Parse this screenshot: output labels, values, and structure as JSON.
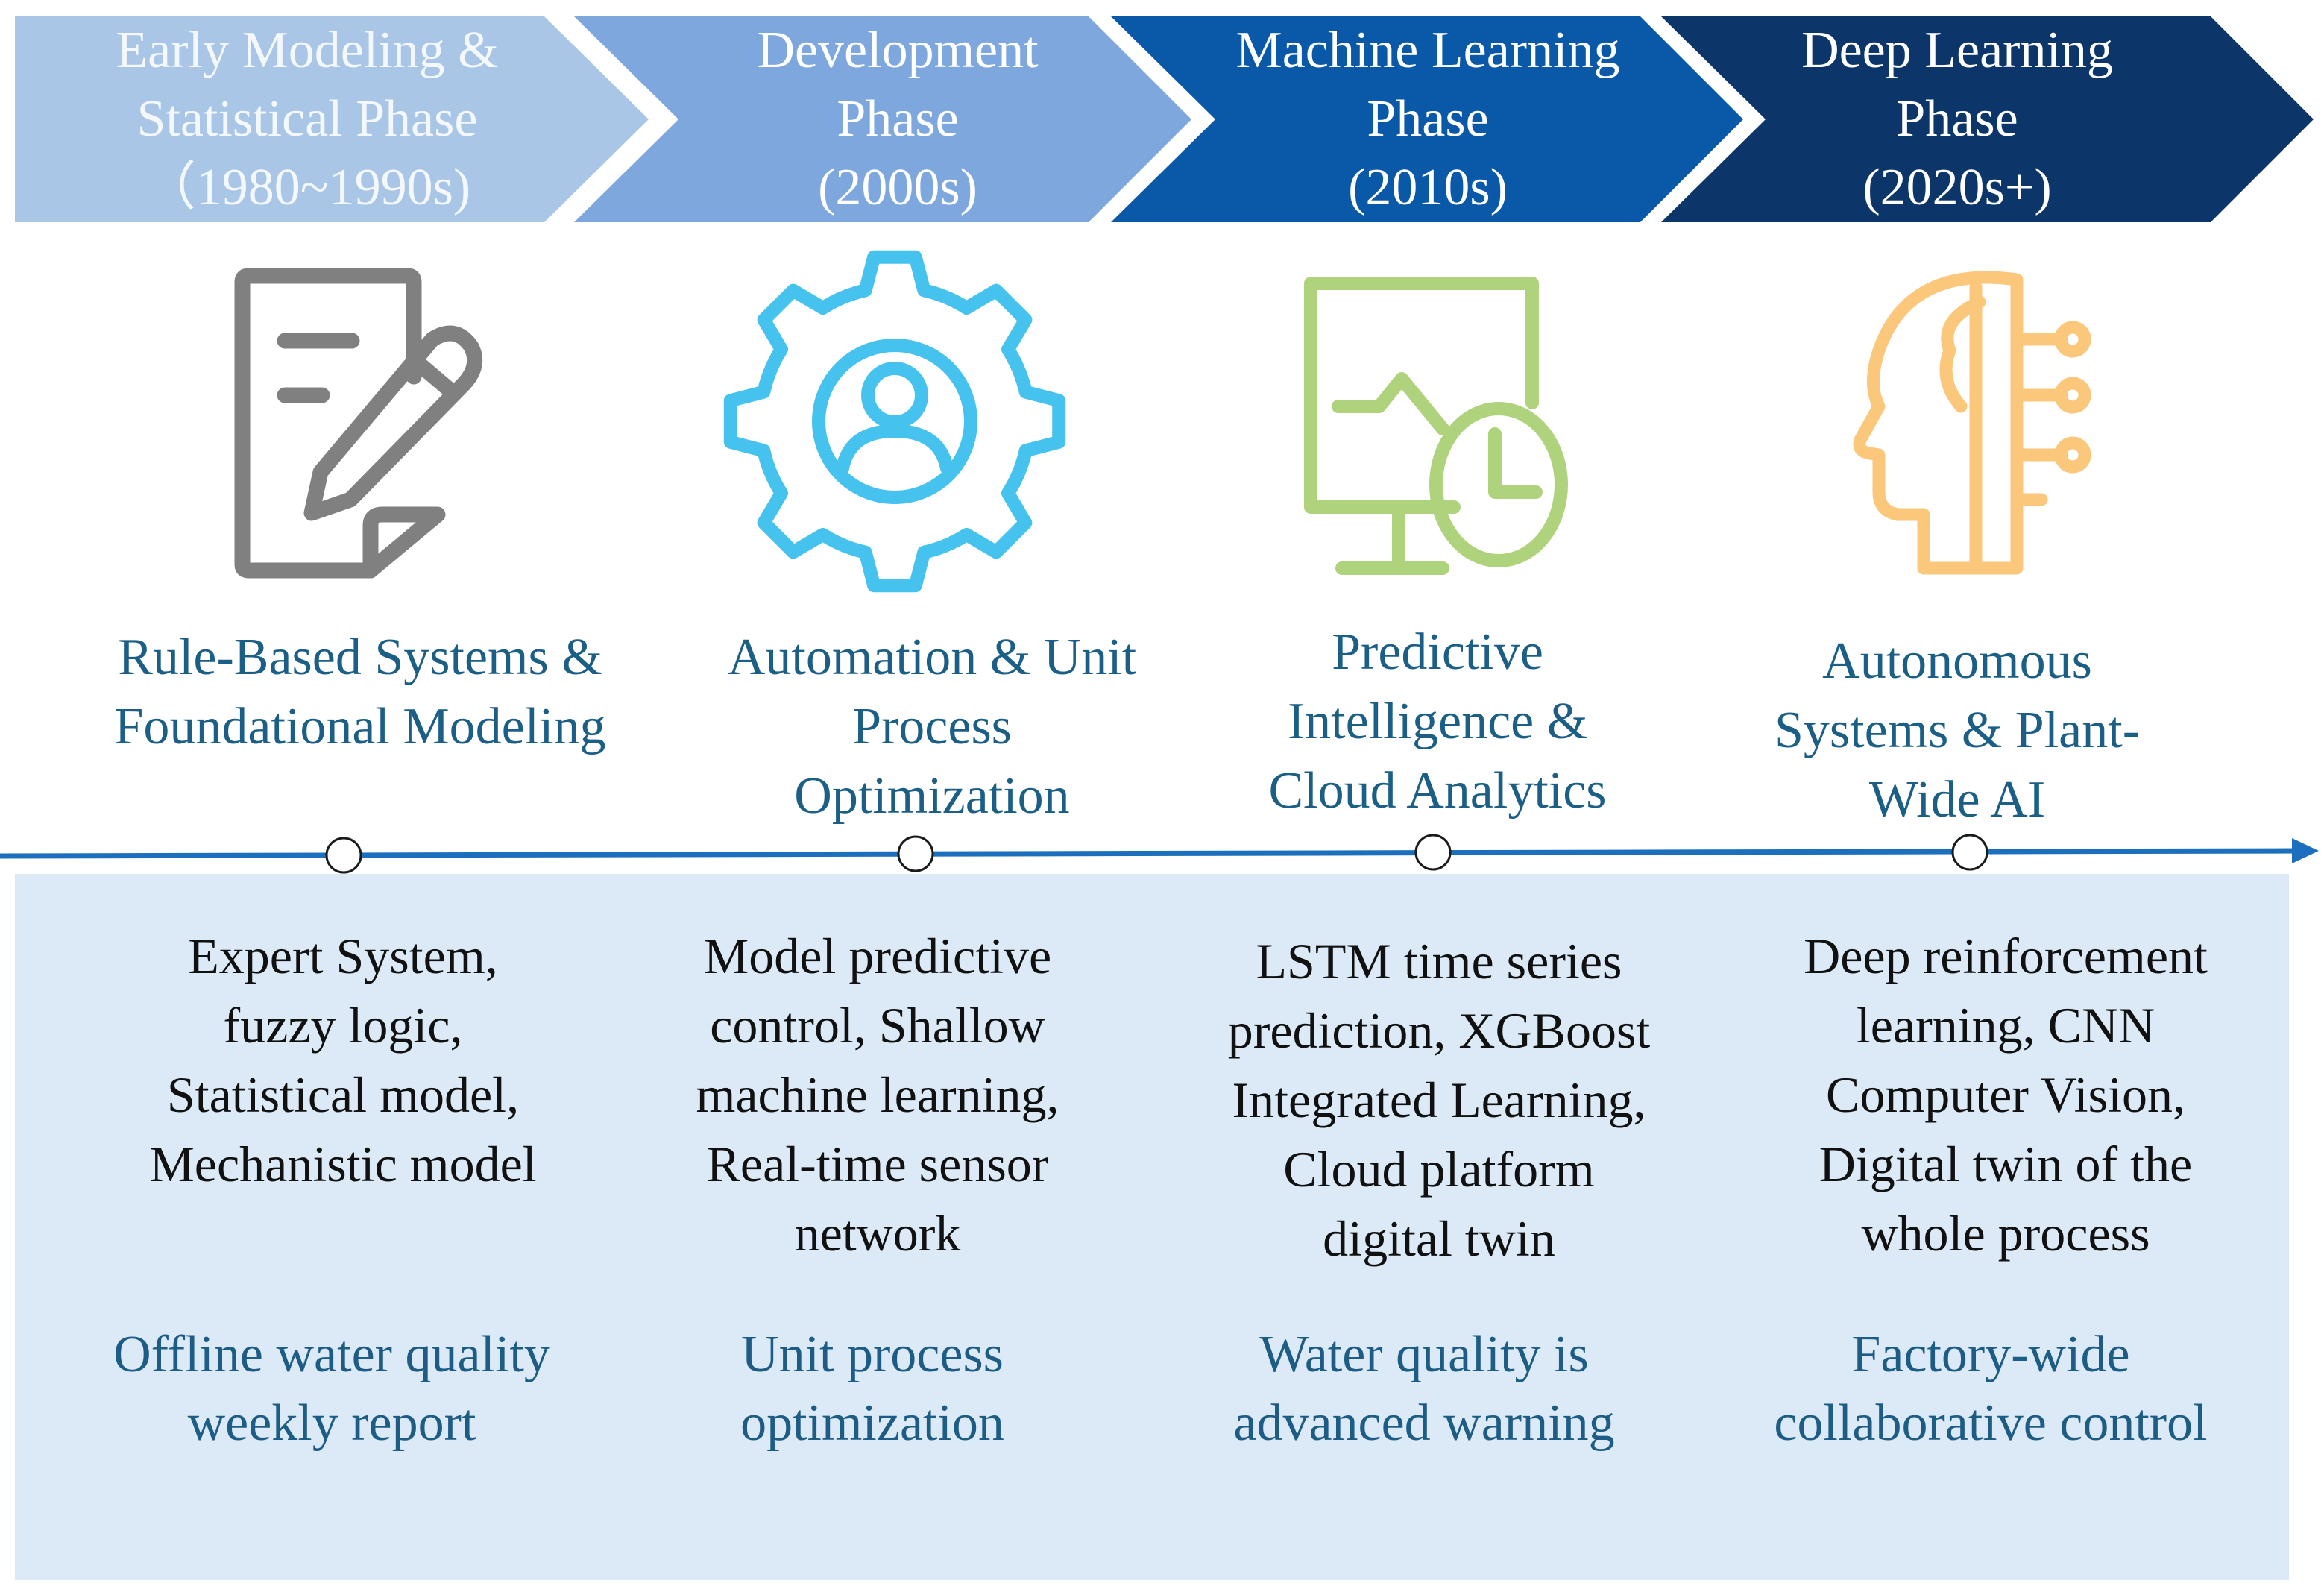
{
  "phases": [
    {
      "title": "Early Modeling &\nStatistical Phase\n（1980~1990s)",
      "color": "#a9c6e6",
      "icon": "document-pencil-icon",
      "icon_color": "#808080",
      "heading": "Rule-Based Systems &\nFoundational Modeling",
      "techniques": "Expert System,\nfuzzy logic,\nStatistical model,\nMechanistic model",
      "application": "Offline water quality\nweekly report"
    },
    {
      "title": "Development\nPhase\n(2000s)",
      "color": "#7ea8dd",
      "icon": "gear-user-icon",
      "icon_color": "#45c3ee",
      "heading": "Automation & Unit\nProcess\nOptimization",
      "techniques": "Model predictive\ncontrol, Shallow\nmachine learning,\nReal-time sensor\nnetwork",
      "application": "Unit process\noptimization"
    },
    {
      "title": "Machine Learning\nPhase\n(2010s)",
      "color": "#0a58a8",
      "icon": "monitor-clock-icon",
      "icon_color": "#aed37c",
      "heading": "Predictive\nIntelligence &\nCloud Analytics",
      "techniques": "LSTM time series\nprediction, XGBoost\nIntegrated Learning,\nCloud platform\ndigital twin",
      "application": "Water quality is\nadvanced warning"
    },
    {
      "title": "Deep Learning\nPhase\n(2020s+)",
      "color": "#0c3669",
      "icon": "ai-head-icon",
      "icon_color": "#fbc77b",
      "heading": "Autonomous\nSystems & Plant-\nWide AI",
      "techniques": "Deep reinforcement\nlearning, CNN\nComputer Vision,\nDigital twin of the\nwhole process",
      "application": "Factory-wide\ncollaborative control"
    }
  ],
  "colors": {
    "timeline": "#1c6fbd",
    "panel": "#dbeaf6",
    "milestone_fill": "#ffffff",
    "milestone_stroke": "#1a1a1a"
  }
}
